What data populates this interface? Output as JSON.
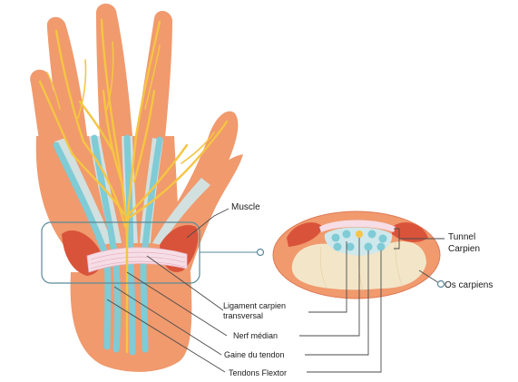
{
  "labels": {
    "muscle": "Muscle",
    "ligament_line1": "Ligament carpien",
    "ligament_line2": "transversal",
    "nerf": "Nerf médian",
    "gaine": "Gaine du tendon",
    "tendons": "Tendons Flextor",
    "tunnel_line1": "Tunnel",
    "tunnel_line2": "Carpien",
    "os": "Os carpiens"
  },
  "colors": {
    "skin": "#F09A6E",
    "skin_dark": "#E07A55",
    "nerve": "#F5C543",
    "tendon": "#7FCBD6",
    "sheath": "#CFE8EC",
    "muscle": "#D9533A",
    "ligament": "#F6DDE6",
    "bone": "#F3E6C8",
    "box": "#5A8A99",
    "leader": "#4A4A4A"
  }
}
